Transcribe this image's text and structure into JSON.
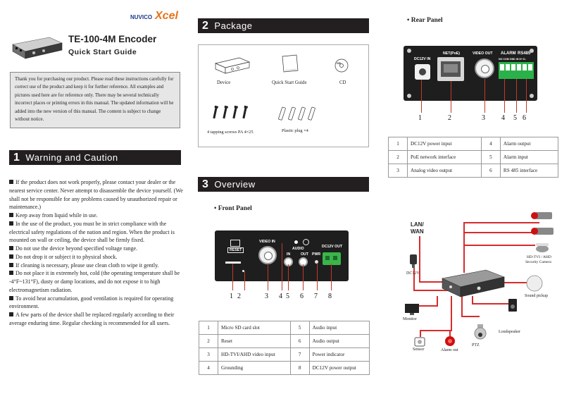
{
  "brand": {
    "logo_text": "NUVICO",
    "logo_mark": "Xcel"
  },
  "product": {
    "title": "TE-100-4M Encoder",
    "subtitle": "Quick Start Guide"
  },
  "intro_text": "Thank you for purchasing our product. Please read these instructions carefully for correct use of the product and keep it for further reference. All examples and pictures used here are for reference only. There may be several technically incorrect places or printing errors in this manual. The updated information will be added into the new version of this manual.  The content is subject to change without notice.",
  "sections": {
    "warning": {
      "num": "1",
      "title": "Warning and Caution"
    },
    "package": {
      "num": "2",
      "title": "Package"
    },
    "overview": {
      "num": "3",
      "title": "Overview"
    }
  },
  "warnings": [
    "If the product does not work properly, please contact your dealer or the nearest service center. Never attempt to disassemble the device yourself. (We shall not be responsible for any problems caused by unauthorized repair or maintenance.)",
    "Keep away from liquid while in use.",
    "In the use of the product, you must be in strict compliance with the electrical safety regulations of the nation and region. When the product is mounted on wall or ceiling, the device shall be firmly fixed.",
    "Do not use the device beyond specified voltage range.",
    "Do not drop it or subject it to physical shock.",
    "If cleaning is necessary, please use clean cloth to wipe it gently.",
    "Do not place it in extremely hot, cold (the operating  temperature shall be -4°F~131°F), dusty or damp locations, and do not expose it to high electromagnetism radiation.",
    "To avoid heat accumulation, good ventilation is required for operating environment.",
    "A few parts of the device shall be replaced regularly according to their average enduring time. Regular checking is recommended for all users."
  ],
  "package": {
    "device": "Device",
    "qsg": "Quick Start Guide",
    "cd": "CD",
    "cd_icon_label": "CD",
    "screws": "4 tapping screws PA 4×25",
    "plugs": "Plastic plug ×4"
  },
  "front_panel": {
    "heading": "Front Panel",
    "labels": {
      "reset": "RESET",
      "video_in": "VIDEO IN",
      "audio": "AUDIO",
      "audio_in": "IN",
      "audio_out": "OUT",
      "pwr": "PWR",
      "dc12v_out": "DC12V OUT"
    },
    "callouts": [
      "1",
      "2",
      "3",
      "4",
      "5",
      "6",
      "7",
      "8"
    ],
    "table": [
      [
        "1",
        "Micro SD card slot",
        "5",
        "Audio input"
      ],
      [
        "2",
        "Reset",
        "6",
        "Audio output"
      ],
      [
        "3",
        "HD-TVI/AHD video input",
        "7",
        "Power indicator"
      ],
      [
        "4",
        "Grounding",
        "8",
        "DC12V power output"
      ]
    ]
  },
  "rear_panel": {
    "heading": "Rear Panel",
    "labels": {
      "dc12v_in": "DC12V IN",
      "net": "NET(PoE)",
      "video_out": "VIDEO OUT",
      "alarm": "ALARM",
      "rs485": "RS485",
      "terminals": "NO COM GND IN D+ D-"
    },
    "callouts": [
      "1",
      "2",
      "3",
      "4",
      "5",
      "6"
    ],
    "table": [
      [
        "1",
        "DC12V power input",
        "4",
        "Alarm output"
      ],
      [
        "2",
        "PoE network interface",
        "5",
        "Alarm input"
      ],
      [
        "3",
        "Analog video output",
        "6",
        "RS 485 interface"
      ]
    ]
  },
  "connection": {
    "lan": "LAN/",
    "wan": "WAN",
    "dc12v": "DC12V",
    "cameras": "HD-TVI / AHD",
    "cameras2": "Security Camera",
    "sound_pickup": "Sound pickup",
    "monitor": "Monitor",
    "loudspeaker": "Loudspeaker",
    "ptz": "PTZ",
    "sensor": "Sensor",
    "alarm_out": "Alarm out"
  }
}
